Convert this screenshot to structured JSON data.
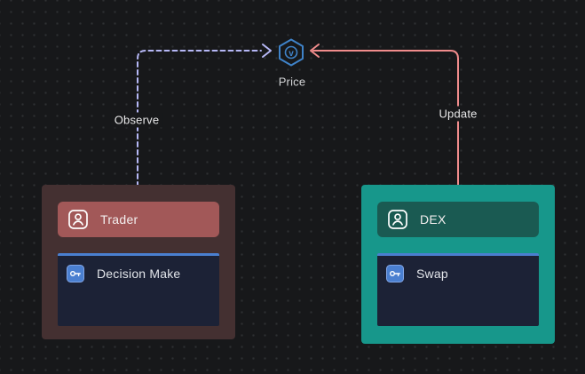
{
  "canvas": {
    "background_color": "#17181a",
    "grid_dot_color": "#2e3033"
  },
  "price_node": {
    "label": "Price",
    "icon": "hexagon-v-icon",
    "icon_letter": "v",
    "accent_color": "#3f83c9"
  },
  "edges": [
    {
      "id": "observe",
      "label": "Observe",
      "from": "Trader",
      "to": "Price",
      "style": "dashed",
      "color": "#b6b8f6",
      "direction": "arrow points right into Price node"
    },
    {
      "id": "update",
      "label": "Update",
      "from": "DEX",
      "to": "Price",
      "style": "solid",
      "color": "#f08c8c",
      "direction": "arrow points left into Price node"
    }
  ],
  "groups": [
    {
      "id": "trader",
      "title": "Trader",
      "container_color": "#443031",
      "header_color": "#a25858",
      "header_icon": "person-badge-icon",
      "items": [
        {
          "label": "Decision Make",
          "icon": "key-method-icon",
          "card_color": "#1c2236",
          "card_accent": "#4a7fd0"
        }
      ]
    },
    {
      "id": "dex",
      "title": "DEX",
      "container_color": "#17978b",
      "header_color": "#1a5a52",
      "header_icon": "person-badge-icon",
      "items": [
        {
          "label": "Swap",
          "icon": "key-method-icon",
          "card_color": "#1c2236",
          "card_accent": "#4a7fd0"
        }
      ]
    }
  ]
}
